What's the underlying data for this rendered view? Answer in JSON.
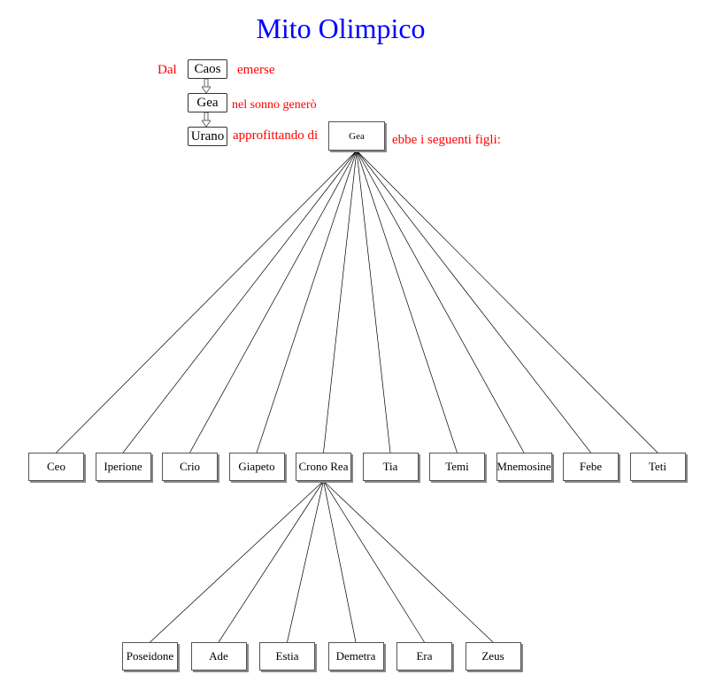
{
  "title": "Mito Olimpico",
  "intro": {
    "dal": "Dal",
    "caos": "Caos",
    "emerse": "emerse",
    "gea": "Gea",
    "nel_sonno": "nel sonno generò",
    "urano": "Urano",
    "approfittando": "approfittando di",
    "gea_parent": "Gea",
    "ebbe": "ebbe i seguenti figli:"
  },
  "titans": [
    "Ceo",
    "Iperione",
    "Crio",
    "Giapeto",
    "Crono Rea",
    "Tia",
    "Temi",
    "Mnemosine",
    "Febe",
    "Teti"
  ],
  "olympians": [
    "Poseidone",
    "Ade",
    "Estia",
    "Demetra",
    "Era",
    "Zeus"
  ],
  "colors": {
    "title": "#0000ff",
    "text": "#ff0000",
    "lines": "#000000"
  }
}
